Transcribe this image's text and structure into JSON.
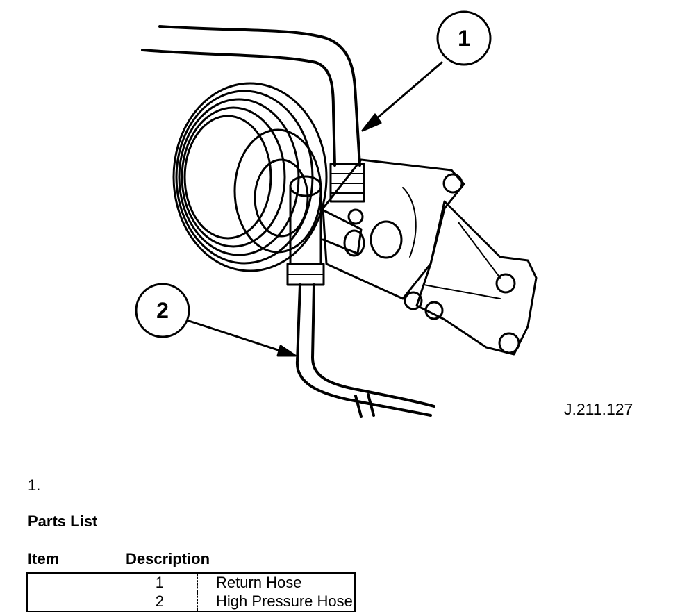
{
  "figure": {
    "callouts": [
      "1",
      "2"
    ],
    "reference": "J.211.127"
  },
  "step_number": "1.",
  "parts_list": {
    "title": "Parts List",
    "headers": {
      "item": "Item",
      "description": "Description"
    },
    "rows": [
      {
        "item": "1",
        "description": "Return Hose"
      },
      {
        "item": "2",
        "description": "High Pressure Hose"
      }
    ]
  }
}
